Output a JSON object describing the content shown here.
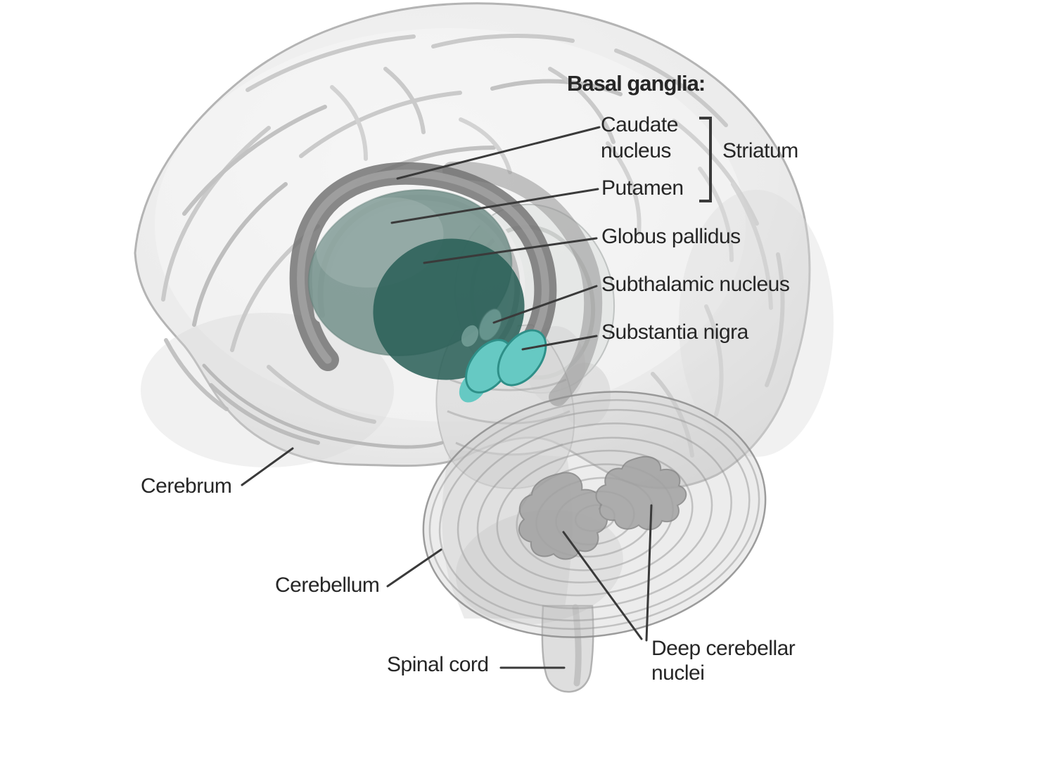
{
  "diagram": {
    "title": "Basal ganglia:",
    "labels": {
      "caudate_nucleus": "Caudate nucleus",
      "striatum": "Striatum",
      "putamen": "Putamen",
      "globus_pallidus": "Globus pallidus",
      "subthalamic_nucleus": "Subthalamic nucleus",
      "substantia_nigra": "Substantia nigra",
      "cerebrum": "Cerebrum",
      "cerebellum": "Cerebellum",
      "spinal_cord": "Spinal cord",
      "deep_cerebellar_nuclei": "Deep cerebellar nuclei"
    },
    "colors": {
      "background": "#ffffff",
      "brain_fill": "#ededed",
      "brain_outline": "#b4b4b4",
      "sulci_line": "#c6c6c6",
      "caudate_band_gray": "#787878",
      "putamen_teal": "#7c9791",
      "globus_pallidus_teal": "#2a5e56",
      "subthalamic_teal": "#689690",
      "substantia_nigra_cyan": "#66c9c3",
      "deep_nuclei_gray": "#a2a2a2",
      "leader_line": "#3a3a3a",
      "label_text": "#262626"
    }
  }
}
